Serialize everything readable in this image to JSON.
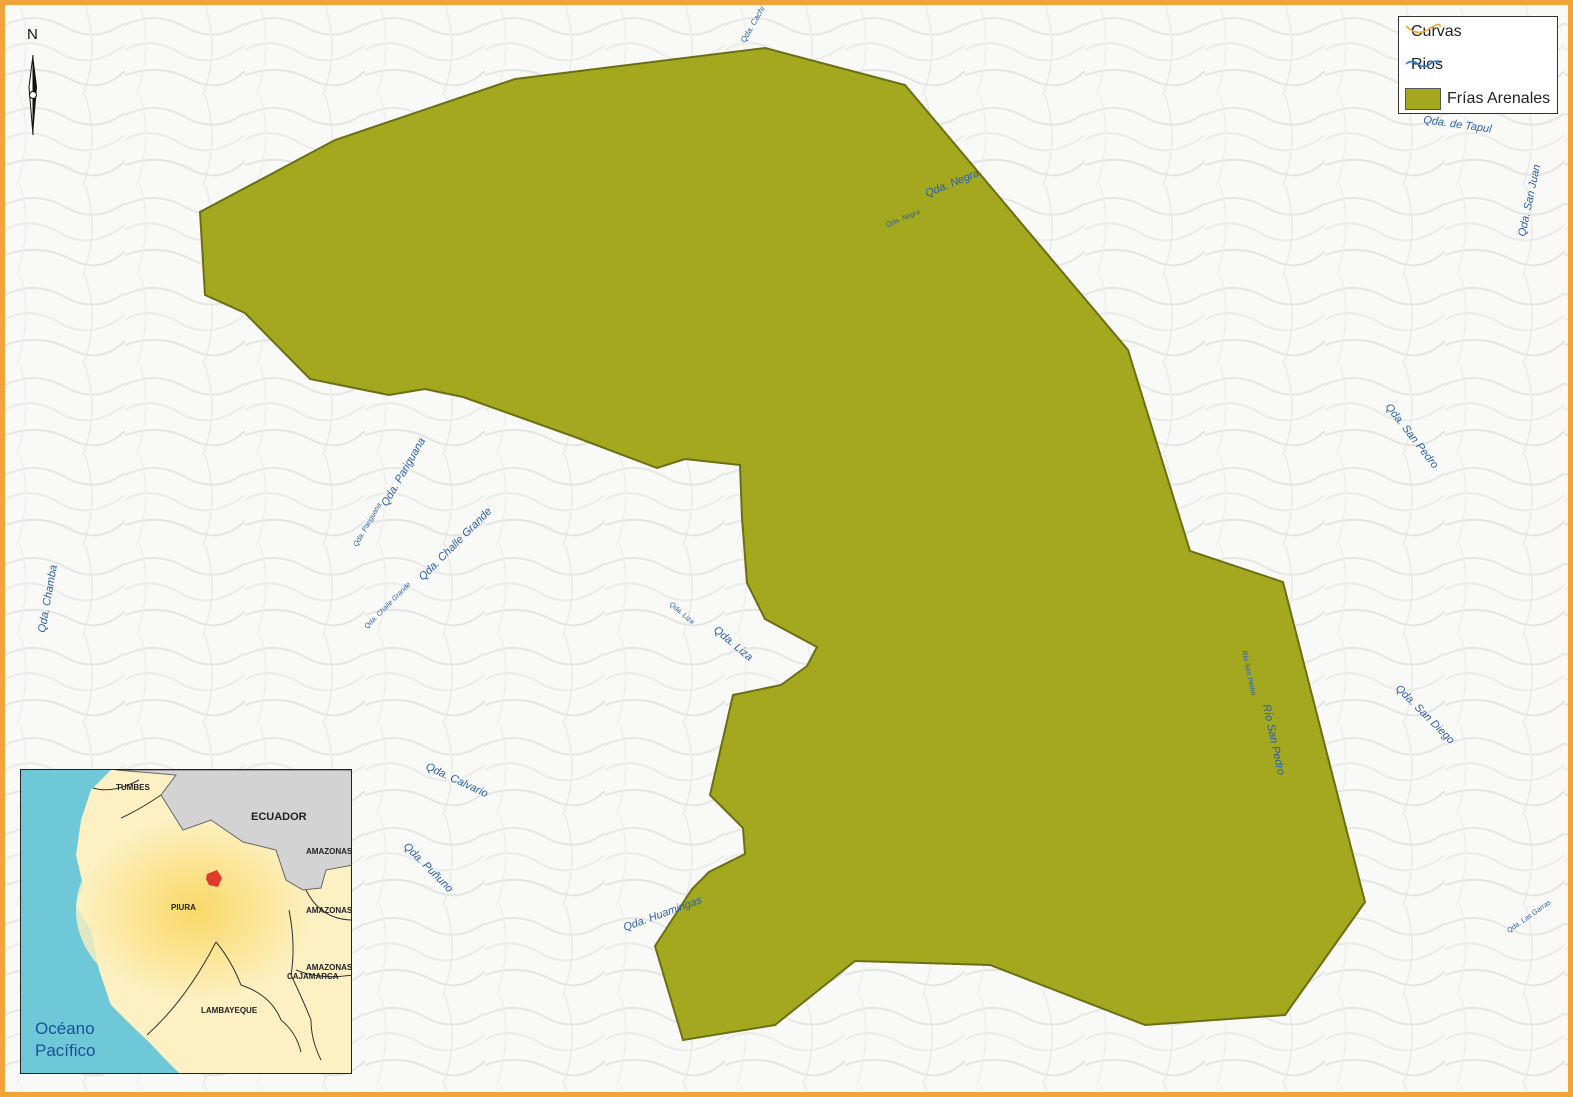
{
  "legend": {
    "items": [
      {
        "label": "Curvas",
        "color": "#f0a43a",
        "symbol": "line"
      },
      {
        "label": "Rios",
        "color": "#2a7fd4",
        "symbol": "line"
      },
      {
        "label": "Frías Arenales",
        "color": "#a3a81f",
        "symbol": "fill"
      }
    ]
  },
  "north_arrow": {
    "label": "N"
  },
  "river_labels": [
    {
      "id": "cachi",
      "text": "Qda. Cachi"
    },
    {
      "id": "negra-small",
      "text": "Qda. Negra"
    },
    {
      "id": "negra",
      "text": "Qda. Negra"
    },
    {
      "id": "tapul",
      "text": "Qda. de Tapul"
    },
    {
      "id": "san-juan",
      "text": "Qda. San Juan"
    },
    {
      "id": "san-pedro-qda",
      "text": "Qda. San Pedro"
    },
    {
      "id": "pariguana-small",
      "text": "Qda. Pariguana"
    },
    {
      "id": "pariguana",
      "text": "Qda. Pariguana"
    },
    {
      "id": "challe-small",
      "text": "Qda. Challe Grande"
    },
    {
      "id": "challe",
      "text": "Qda. Challe Grande"
    },
    {
      "id": "chamba",
      "text": "Qda. Chamba"
    },
    {
      "id": "liza-small",
      "text": "Qda. Liza"
    },
    {
      "id": "liza",
      "text": "Qda. Liza"
    },
    {
      "id": "rio-san-pedro-small",
      "text": "Río San Pedro"
    },
    {
      "id": "rio-san-pedro",
      "text": "Río San Pedro"
    },
    {
      "id": "san-diego",
      "text": "Qda. San Diego"
    },
    {
      "id": "calvario",
      "text": "Qda. Calvario"
    },
    {
      "id": "pununo",
      "text": "Qda. Puñuno"
    },
    {
      "id": "huamingas",
      "text": "Qda. Huamingas"
    },
    {
      "id": "las-garras",
      "text": "Qda. Las Garras"
    }
  ],
  "inset": {
    "regions": {
      "tumbes": "TUMBES",
      "ecuador": "ECUADOR",
      "amazonas1": "AMAZONAS",
      "amazonas2": "AMAZONAS",
      "amazonas3": "AMAZONAS",
      "cajamarca": "CAJAMARCA",
      "piura": "PIURA",
      "lambayeque": "LAMBAYEQUE"
    },
    "ocean_line1": "Océano",
    "ocean_line2": "Pacífico",
    "colors": {
      "ocean": "#6fc8d8",
      "land": "#fdf1c4",
      "ecuador": "#d3d3d3",
      "study_area": "#e03a2a"
    }
  }
}
